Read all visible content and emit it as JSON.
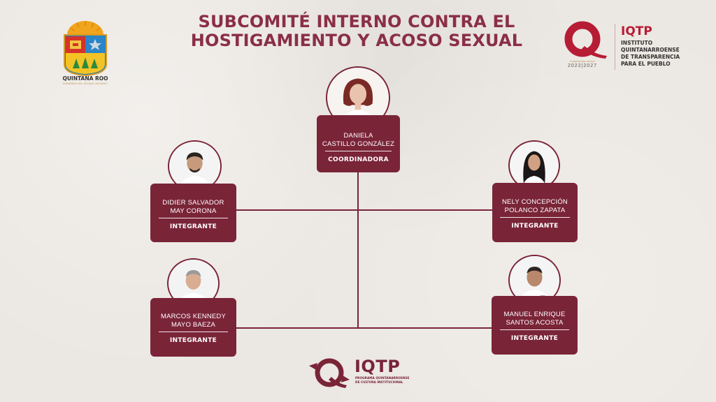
{
  "title": {
    "line1": "SUBCOMITÉ INTERNO CONTRA EL",
    "line2": "HOSTIGAMIENTO Y ACOSO SEXUAL"
  },
  "left_logo": {
    "name": "QUINTANA ROO",
    "tagline": "GOBIERNO DEL ESTADO 2022|2027"
  },
  "right_logo": {
    "years_label": "GOBIERNO DEL ESTADO",
    "years": "2022|2027",
    "acronym": "IQTP",
    "description_line1": "INSTITUTO",
    "description_line2": "QUINTANARROENSE",
    "description_line3": "DE TRANSPARENCIA",
    "description_line4": "PARA EL PUEBLO"
  },
  "members": {
    "coordinator": {
      "name_line1": "DANIELA",
      "name_line2": "CASTILLO GONZÁLEZ",
      "role": "COORDINADORA"
    },
    "left_top": {
      "name_line1": "DIDIER SALVADOR",
      "name_line2": "MAY CORONA",
      "role": "INTEGRANTE"
    },
    "right_top": {
      "name_line1": "NELY CONCEPCIÓN",
      "name_line2": "POLANCO ZAPATA",
      "role": "INTEGRANTE"
    },
    "left_bottom": {
      "name_line1": "MARCOS KENNEDY",
      "name_line2": "MAYO BAEZA",
      "role": "INTEGRANTE"
    },
    "right_bottom": {
      "name_line1": "MANUEL ENRIQUE",
      "name_line2": "SANTOS ACOSTA",
      "role": "INTEGRANTE"
    }
  },
  "bottom_logo": {
    "acronym": "IQTP",
    "sub_line1": "PROGRAMA QUINTANARROENSE",
    "sub_line2": "DE CULTURA INSTITUCIONAL"
  },
  "colors": {
    "primary": "#7a2438",
    "title": "#8a2f45",
    "iqtp_red": "#b71c35",
    "background": "#ebe7e2"
  }
}
